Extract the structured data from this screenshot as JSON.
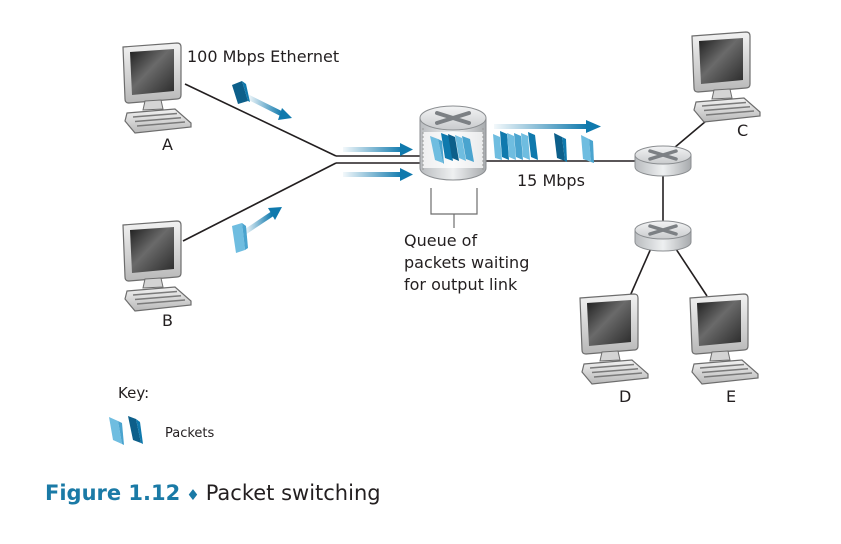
{
  "figure": {
    "number_label": "Figure 1.12",
    "separator": "♦",
    "title": "Packet switching"
  },
  "hosts": [
    {
      "id": "A",
      "label": "A"
    },
    {
      "id": "B",
      "label": "B"
    },
    {
      "id": "C",
      "label": "C"
    },
    {
      "id": "D",
      "label": "D"
    },
    {
      "id": "E",
      "label": "E"
    }
  ],
  "links": {
    "ethernet_label": "100 Mbps Ethernet",
    "output_label": "15 Mbps"
  },
  "queue": {
    "label": "Queue of\npackets waiting\nfor output link"
  },
  "key": {
    "title": "Key:",
    "packets_label": "Packets"
  },
  "colors": {
    "packet_dark": "#0f79ad",
    "packet_light": "#6fbde0",
    "caption_accent": "#1a7aa6",
    "line": "#231f20"
  }
}
